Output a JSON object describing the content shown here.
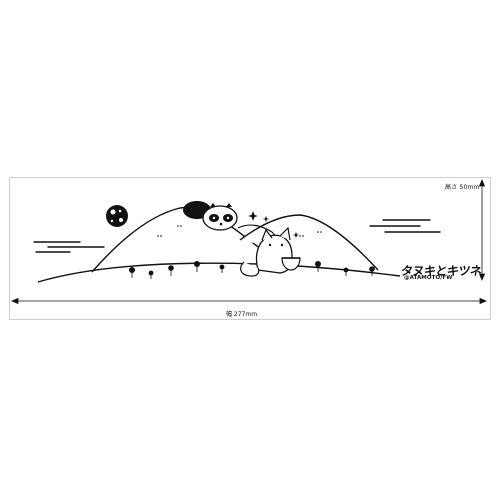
{
  "product_preview": {
    "height_label": "高さ 50mm",
    "width_label": "幅 277mm",
    "logo_title": "タヌキとキツネ",
    "logo_credit": "@ATAMOTO/FW",
    "line_color": "#111111",
    "frame_color": "#cfcfcf",
    "icons": [
      "moon-icon",
      "cloud-icon",
      "mountain-icon",
      "tanuki-icon",
      "fox-icon",
      "sparkle-icon",
      "flower-icon",
      "ramen-bowl-icon"
    ]
  }
}
